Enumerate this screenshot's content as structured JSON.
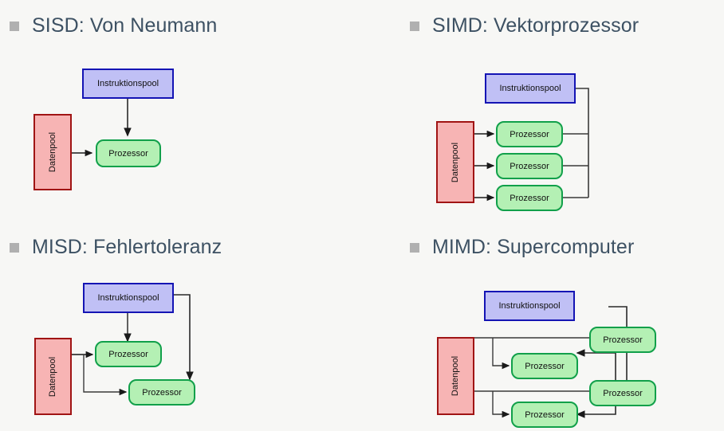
{
  "slide": {
    "background_color": "#f7f7f5",
    "title_color": "#3d5163",
    "bullet_color": "#b0b0b0",
    "palette": {
      "instruction_fill": "#c0c0f5",
      "instruction_stroke": "#1414b4",
      "processor_fill": "#b4f0b4",
      "processor_stroke": "#11a04a",
      "data_fill": "#f7b4b4",
      "data_stroke": "#a01414",
      "wire": "#3a3a3a"
    }
  },
  "items": [
    {
      "id": "sisd",
      "title": "SISD: Von Neumann",
      "instruction_label": "Instruktionspool",
      "data_label": "Datenpool",
      "processors": [
        {
          "label": "Prozessor"
        }
      ]
    },
    {
      "id": "simd",
      "title": "SIMD: Vektorprozessor",
      "instruction_label": "Instruktionspool",
      "data_label": "Datenpool",
      "processors": [
        {
          "label": "Prozessor"
        },
        {
          "label": "Prozessor"
        },
        {
          "label": "Prozessor"
        }
      ]
    },
    {
      "id": "misd",
      "title": "MISD: Fehlertoleranz",
      "instruction_label": "Instruktionspool",
      "data_label": "Datenpool",
      "processors": [
        {
          "label": "Prozessor"
        },
        {
          "label": "Prozessor"
        }
      ]
    },
    {
      "id": "mimd",
      "title": "MIMD: Supercomputer",
      "instruction_label": "Instruktionspool",
      "data_label": "Datenpool",
      "processors": [
        {
          "label": "Prozessor"
        },
        {
          "label": "Prozessor"
        },
        {
          "label": "Prozessor"
        },
        {
          "label": "Prozessor"
        }
      ]
    }
  ]
}
